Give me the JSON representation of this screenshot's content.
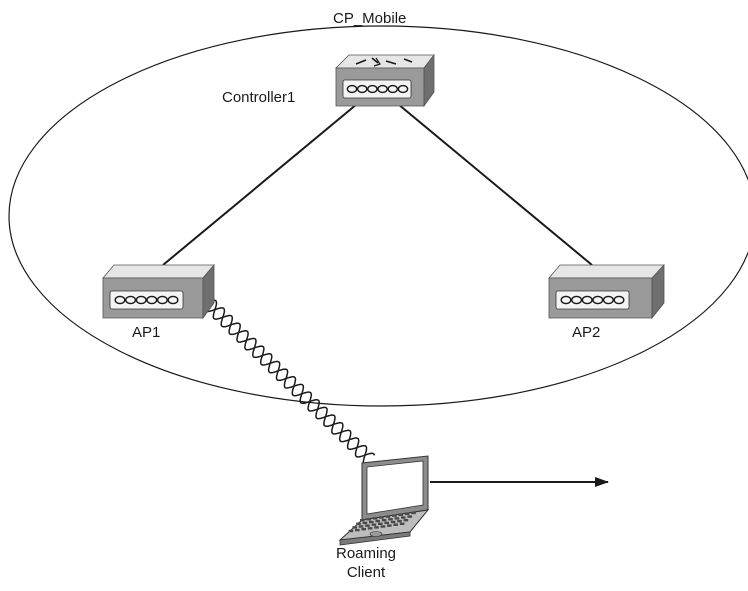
{
  "diagram": {
    "group_name": "CP_Mobile",
    "controller": {
      "label": "Controller1",
      "icon": "wireless-lan-controller-icon"
    },
    "access_points": [
      {
        "label": "AP1",
        "icon": "access-point-icon"
      },
      {
        "label": "AP2",
        "icon": "access-point-icon"
      }
    ],
    "client": {
      "label_line1": "Roaming",
      "label_line2": "Client",
      "icon": "laptop-icon"
    },
    "links": [
      {
        "from": "Controller1",
        "to": "AP1",
        "type": "wired"
      },
      {
        "from": "Controller1",
        "to": "AP2",
        "type": "wired"
      },
      {
        "from": "AP1",
        "to": "Roaming Client",
        "type": "wireless"
      }
    ],
    "motion_arrow": "roaming-direction-arrow",
    "colors": {
      "device_top": "#e6e6e6",
      "device_front": "#9a9a9a",
      "device_side": "#6f6f6f",
      "line": "#1a1a1a"
    }
  }
}
